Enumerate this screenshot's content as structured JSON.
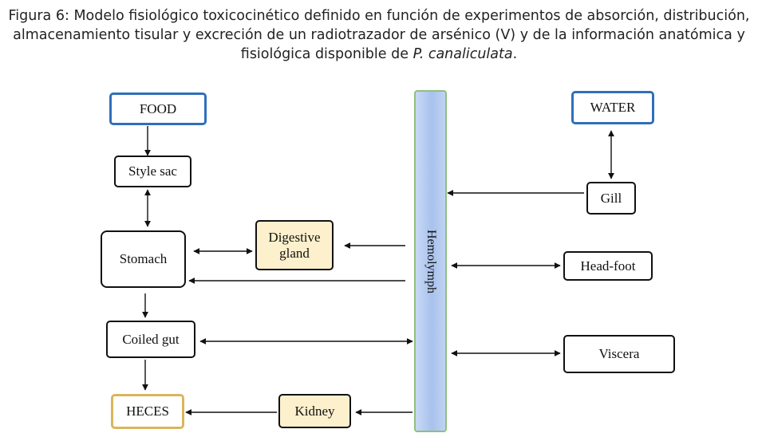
{
  "caption": {
    "label": "Figura 6",
    "line1": "Modelo fisiológico toxicocinético definido en función de experimentos de  absorción, distribución,",
    "line2": "almacenamiento tisular y excreción de un radiotrazador de arsénico (V) y de la información anatómica y",
    "line3_prefix": "fisiológica disponible de ",
    "species": "P. canaliculata",
    "line3_suffix": "."
  },
  "nodes": {
    "food": "FOOD",
    "style_sac": "Style sac",
    "stomach": "Stomach",
    "digestive_gland_1": "Digestive",
    "digestive_gland_2": "gland",
    "coiled_gut": "Coiled gut",
    "heces": "HECES",
    "kidney": "Kidney",
    "hemolymph": "Hemolymph",
    "water": "WATER",
    "gill": "Gill",
    "head_foot": "Head-foot",
    "viscera": "Viscera"
  },
  "colors": {
    "input_border": "#2f6fba",
    "output_border": "#d9b65a",
    "tissue_fill": "#fdf0cc",
    "hemolymph_fill": "#a9c2ec",
    "hemolymph_border": "#8fbf7f"
  }
}
